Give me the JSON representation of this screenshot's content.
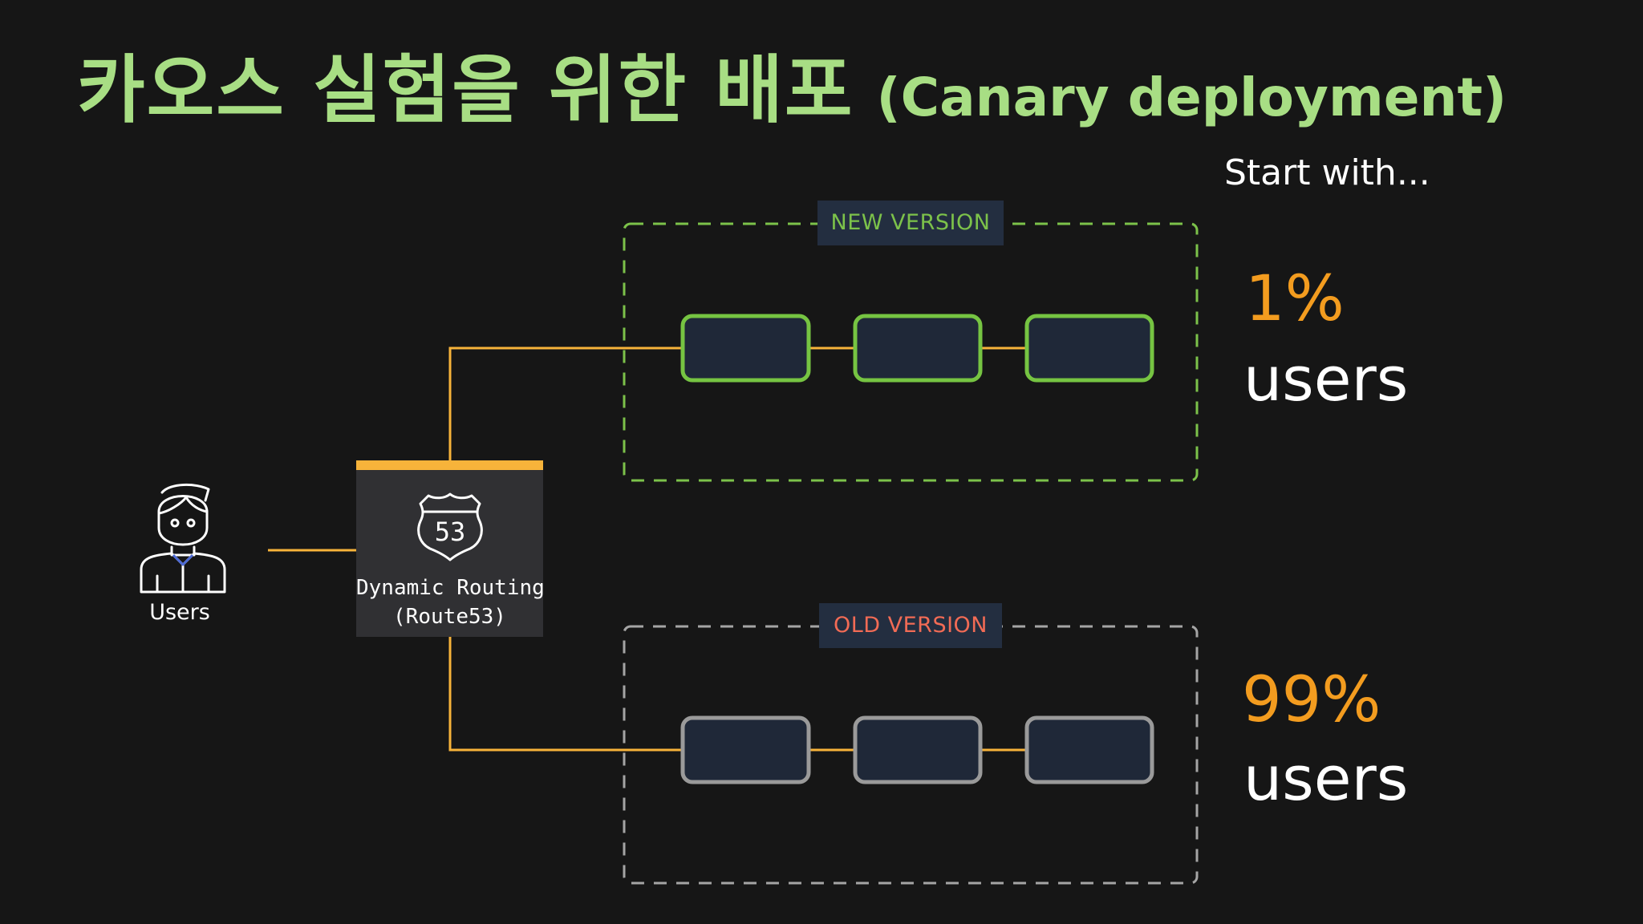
{
  "title": {
    "korean": "카오스 실험을 위한 배포",
    "english": "(Canary deployment)"
  },
  "diagram": {
    "users_label": "Users",
    "router": {
      "line1": "Dynamic Routing",
      "line2": "(Route53)",
      "shield_number": "53"
    },
    "new_version": {
      "label": "NEW VERSION",
      "percent": "1%",
      "users": "users"
    },
    "old_version": {
      "label": "OLD VERSION",
      "percent": "99%",
      "users": "users"
    },
    "start_with": "Start with..."
  },
  "colors": {
    "title": "#a8de84",
    "new_accent": "#7cc24a",
    "old_accent": "#f26b55",
    "connector": "#f7b33a",
    "percent": "#f39c1f",
    "badge_bg": "#232e40",
    "node_fill": "#1f2838",
    "node_new_border": "#76c442",
    "node_old_border": "#9a9a9a"
  },
  "icons": {
    "users": "person-icon",
    "router": "route53-shield-icon"
  }
}
